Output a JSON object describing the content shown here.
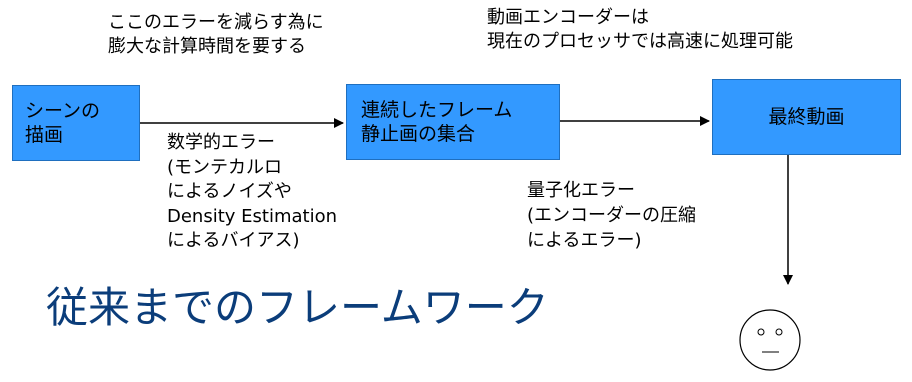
{
  "nodes": {
    "scene": {
      "lines": [
        "シーンの",
        "描画"
      ]
    },
    "frames": {
      "lines": [
        "連続したフレーム",
        "静止画の集合"
      ]
    },
    "final": {
      "lines": [
        "最終動画"
      ]
    }
  },
  "annotations": {
    "top_left": [
      "ここのエラーを減らす為に",
      "膨大な計算時間を要する"
    ],
    "top_right": [
      "動画エンコーダーは",
      "現在のプロセッサでは高速に処理可能"
    ],
    "math_error": [
      "数学的エラー",
      "(モンテカルロ",
      "によるノイズや",
      "Density Estimation",
      "によるバイアス)"
    ],
    "quant_error": [
      "量子化エラー",
      "(エンコーダーの圧縮",
      "によるエラー)"
    ]
  },
  "title": "従来までのフレームワーク",
  "face": "viewer",
  "colors": {
    "box_fill": "#3399ff",
    "title_text": "#0b3d7a",
    "line": "#000000"
  }
}
